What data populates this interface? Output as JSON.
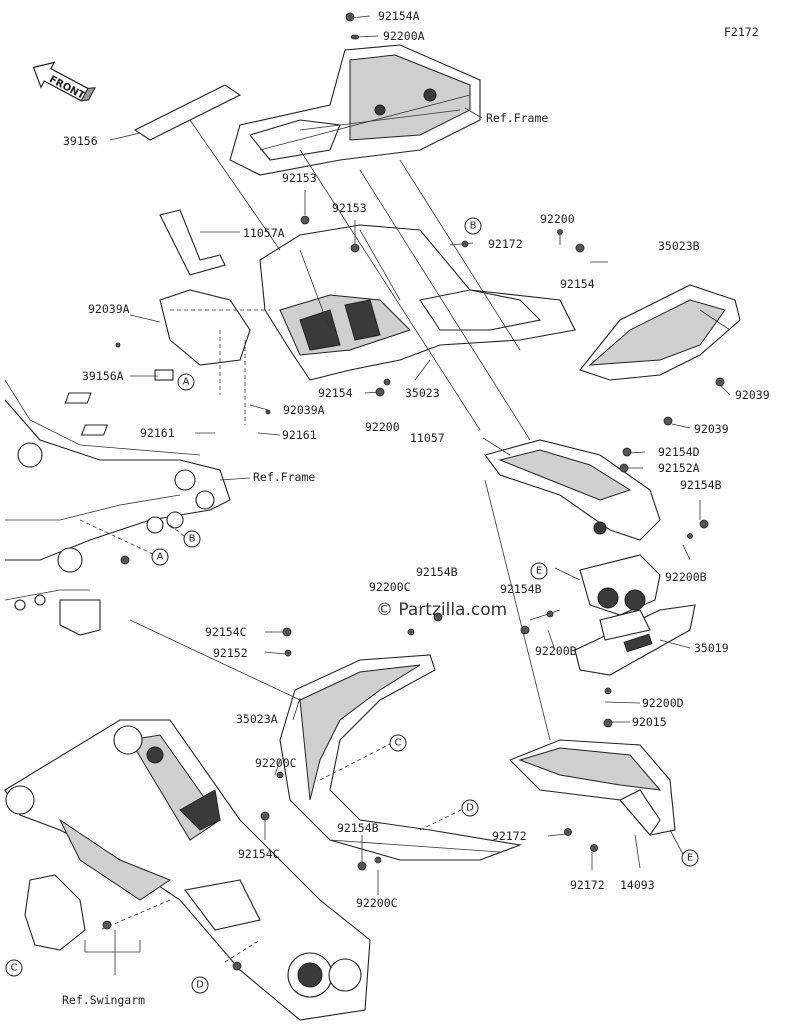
{
  "diagram_code": "F2172",
  "watermark": "© Partzilla.com",
  "front_label": "FRONT",
  "ref_labels": {
    "frame_top": "Ref.Frame",
    "frame_left": "Ref.Frame",
    "swingarm": "Ref.Swingarm"
  },
  "part_labels": [
    "92154A",
    "92200A",
    "39156",
    "92153",
    "11057A",
    "92153",
    "92172",
    "92200",
    "92154",
    "35023B",
    "92039A",
    "39156A",
    "92154",
    "35023",
    "92039A",
    "92200",
    "92161",
    "92161",
    "92039",
    "92039",
    "11057",
    "92154D",
    "92152A",
    "92154B",
    "92200B",
    "92154B",
    "92200C",
    "92154C",
    "92152",
    "92154B",
    "92200B",
    "35019",
    "35023A",
    "92200D",
    "92015",
    "92200C",
    "92154C",
    "92154B",
    "92200C",
    "92172",
    "92172",
    "14093"
  ],
  "callout_letters": [
    "A",
    "B",
    "A",
    "B",
    "C",
    "D",
    "E",
    "E",
    "C",
    "D"
  ]
}
